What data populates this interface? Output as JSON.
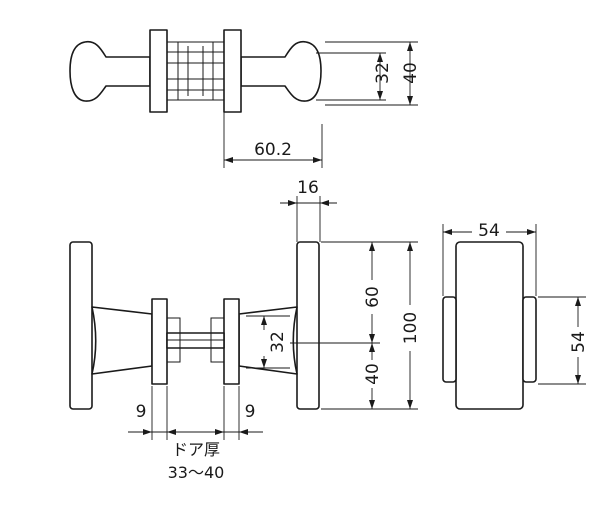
{
  "dimensions": {
    "top_height_inner": "32",
    "top_height_outer": "40",
    "top_width": "60.2",
    "plate_thickness": "16",
    "plate_upper": "60",
    "plate_lower": "40",
    "plate_total": "100",
    "knob_diameter": "32",
    "side_width": "54",
    "side_height": "54",
    "rose_left": "9",
    "rose_right": "9"
  },
  "door_thickness": {
    "label": "ドア厚",
    "range": "33～40"
  }
}
